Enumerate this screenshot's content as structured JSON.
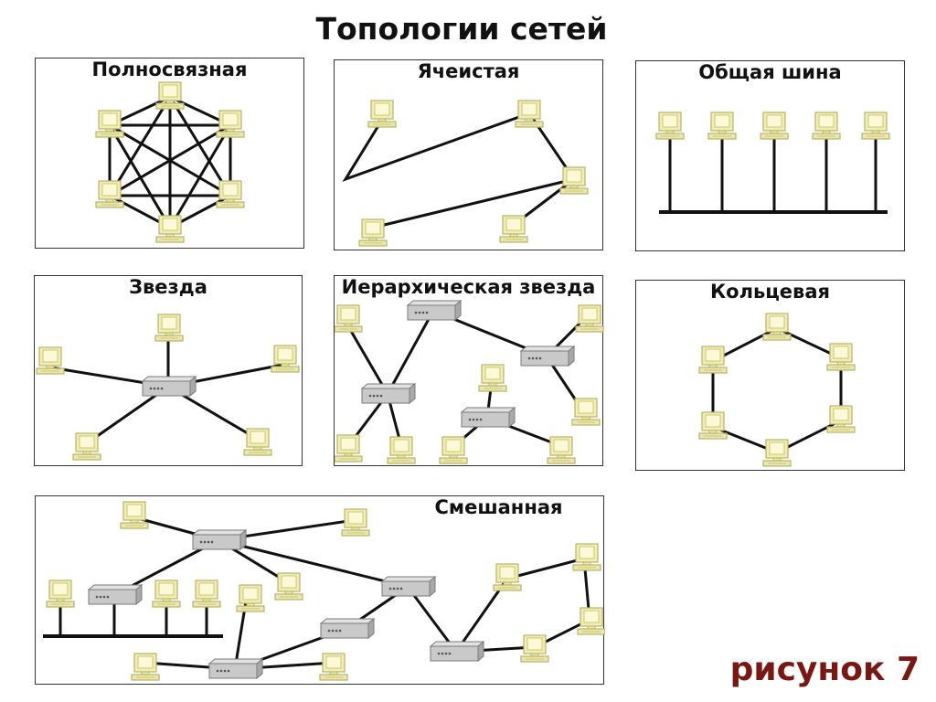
{
  "page": {
    "title": "Топологии сетей",
    "caption": "рисунок 7"
  },
  "panels": {
    "full_mesh": {
      "title": "Полносвязная"
    },
    "cellular": {
      "title": "Ячеистая"
    },
    "common_bus": {
      "title": "Общая шина"
    },
    "star": {
      "title": "Звезда"
    },
    "hierarchical_star": {
      "title": "Иерархическая звезда"
    },
    "ring": {
      "title": "Кольцевая"
    },
    "mixed": {
      "title": "Смешанная"
    }
  },
  "colors": {
    "computer_screen": "#f7f4b8",
    "computer_body": "#ece9a6",
    "computer_outline": "#b8b36e",
    "hub_body": "#c9c9c9",
    "hub_outline": "#7a7a7a",
    "line": "#111111",
    "caption": "#7a1712"
  },
  "icons": {
    "computer": "desktop-computer-icon",
    "hub": "network-hub-icon"
  }
}
